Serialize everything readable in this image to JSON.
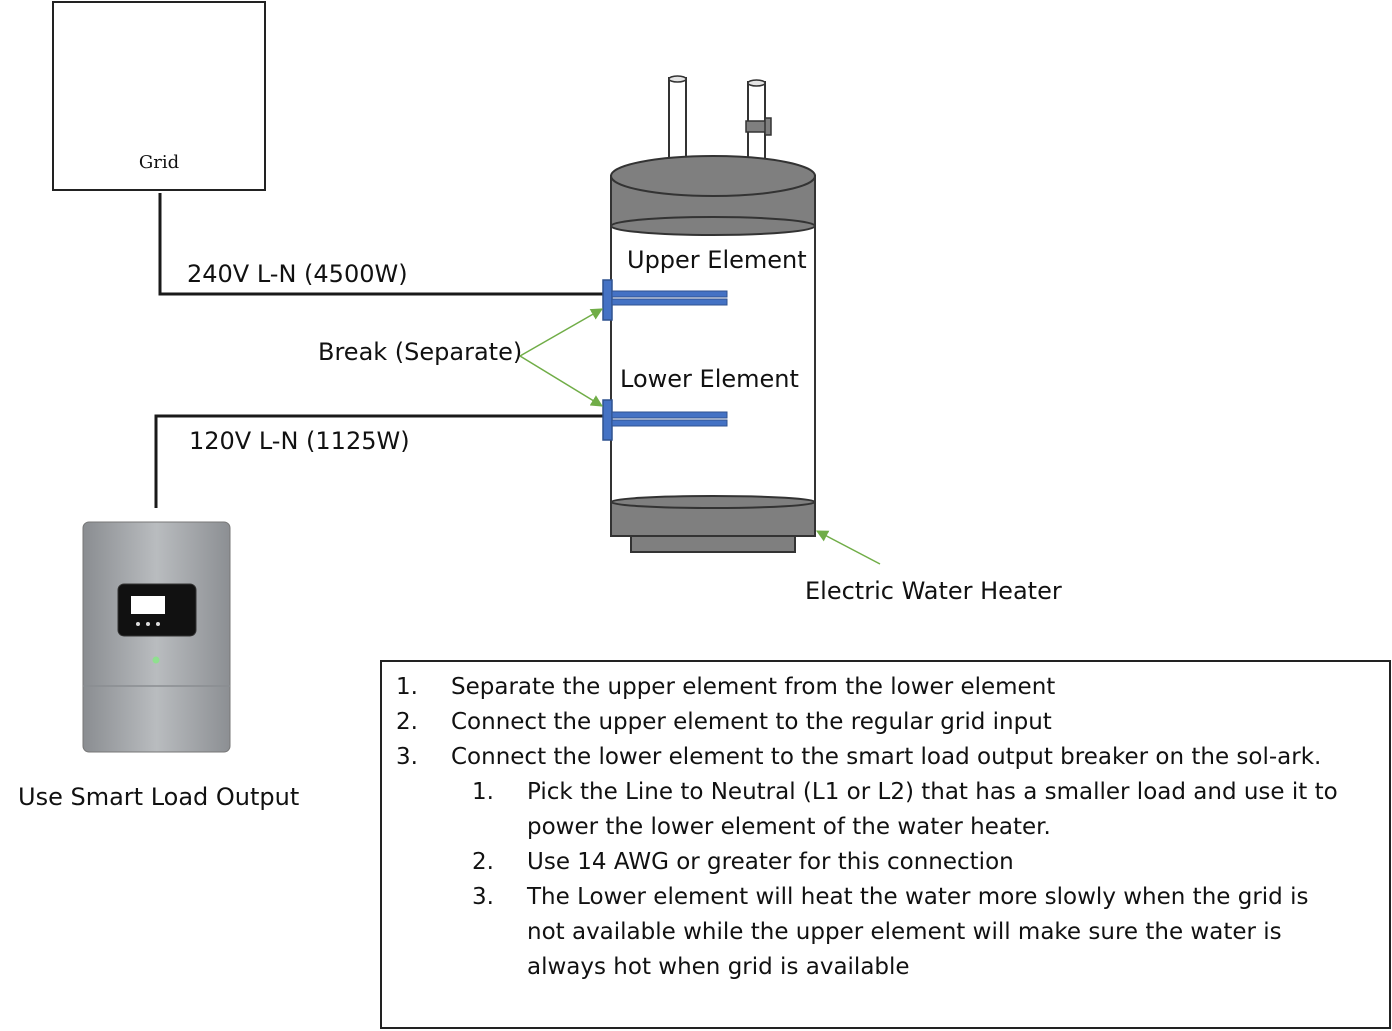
{
  "grid": {
    "label": "Grid",
    "icon": "power-tower-icon"
  },
  "wires": {
    "upper_label": "240V L-N (4500W)",
    "lower_label": "120V L-N (1125W)"
  },
  "annotations": {
    "break_label": "Break (Separate)",
    "upper_element": "Upper Element",
    "lower_element": "Lower Element",
    "heater_label": "Electric Water Heater",
    "smart_load_label": "Use Smart Load Output"
  },
  "colors": {
    "wire": "#1a1a1a",
    "element_blue": "#4472c4",
    "arrow_green": "#70ad47",
    "tank_band": "#7f7f7f"
  },
  "steps": [
    {
      "num": "1.",
      "text": "Separate the upper element from the lower element"
    },
    {
      "num": "2.",
      "text": "Connect the upper element to the regular grid input"
    },
    {
      "num": "3.",
      "text": "Connect the lower element to the smart load output breaker on the sol-ark."
    }
  ],
  "substeps": [
    {
      "num": "1.",
      "lines": [
        "Pick the Line to Neutral (L1 or L2) that has a smaller load and use it to",
        "power the lower element of the water heater."
      ]
    },
    {
      "num": "2.",
      "lines": [
        "Use 14 AWG or greater for this connection"
      ]
    },
    {
      "num": "3.",
      "lines": [
        "The Lower element will heat the water more slowly when the grid is",
        "not available while the upper element will make sure the water is",
        "always hot when grid is available"
      ]
    }
  ]
}
